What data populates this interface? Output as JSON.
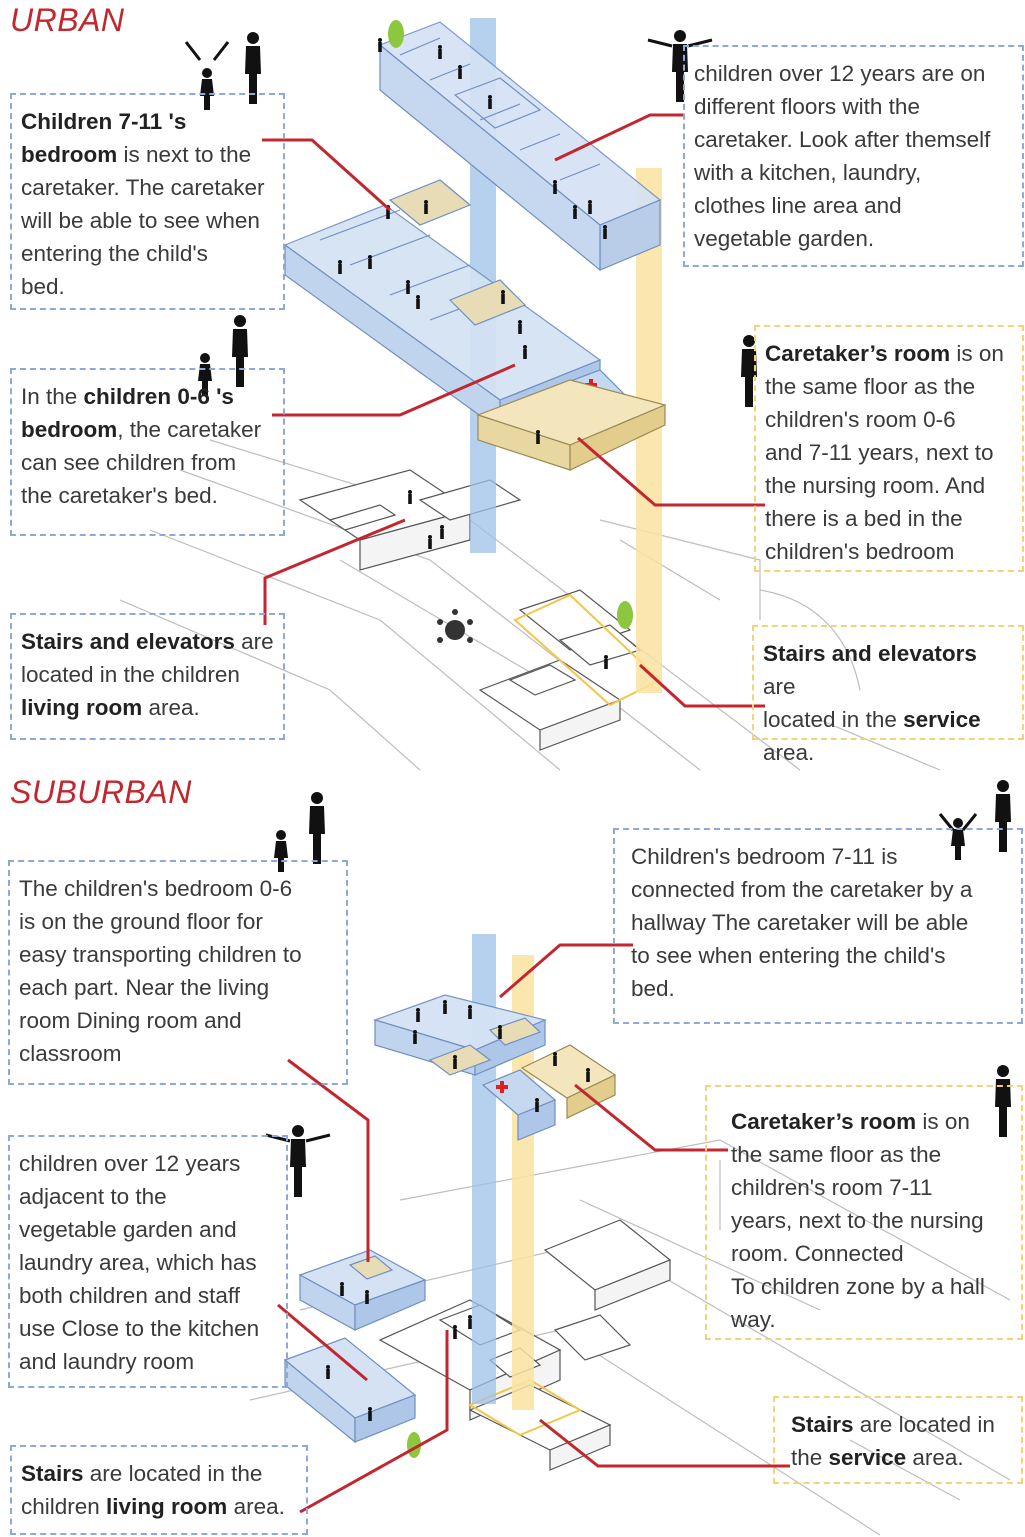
{
  "colors": {
    "accent_red": "#c2262e",
    "child_zone_blue": "#d4e2f4",
    "child_zone_stroke": "#8ea9d8",
    "caretaker_tan": "#eee0b4",
    "service_yellow": "#f9e7b0",
    "circulation_blue": "#9dc1e8",
    "circulation_yellow": "#fae3a0",
    "tree_green": "#8dc63f"
  },
  "icons": [
    "child-silhouette-icon",
    "adult-silhouette-icon",
    "tree-icon",
    "first-aid-cross-icon"
  ],
  "urban": {
    "title": "URBAN",
    "notes": {
      "children_7_11": {
        "bold_1": "Children 7-11 's",
        "bold_2": "bedroom",
        "rest_a": " is next to the",
        "rest_b": "caretaker. The caretaker",
        "rest_c": "will be able to see when",
        "rest_d": "entering the child's",
        "rest_e": "bed."
      },
      "children_0_6": {
        "plain_1": "In the ",
        "bold_1": "children 0-6 's",
        "bold_2": "bedroom",
        "rest_a": ", the caretaker",
        "rest_b": "can see children from",
        "rest_c": "the caretaker's bed."
      },
      "stairs_children": {
        "bold_1": "Stairs and elevators",
        "rest_a": " are",
        "rest_b": "located in the children",
        "bold_2": "living room",
        "rest_c": " area."
      },
      "over_12": {
        "line_1": "children over 12 years are on",
        "line_2": "different floors with the",
        "line_3": "caretaker. Look after themself",
        "line_4": "with a kitchen, laundry,",
        "line_5": "clothes line area and",
        "line_6": "vegetable garden."
      },
      "caretaker": {
        "bold_1": "Caretaker’s room",
        "rest_a": " is on",
        "line_2": "the same floor as the",
        "line_3": "children's room 0-6",
        "line_4": "and 7-11 years, next to",
        "line_5": "the nursing room. And",
        "line_6": "there is a bed in the",
        "line_7": "children's bedroom"
      },
      "stairs_service": {
        "bold_1": "Stairs and elevators",
        "rest_a": " are",
        "line_2a": "located in the ",
        "bold_2": "service",
        "line_3": "area."
      }
    }
  },
  "suburban": {
    "title": "SUBURBAN",
    "notes": {
      "children_0_6": {
        "line_1": "The children's bedroom 0-6",
        "line_2": "is on the ground floor for",
        "line_3": "easy transporting children to",
        "line_4": "each part. Near the living",
        "line_5": "room Dining room and",
        "line_6": "classroom"
      },
      "over_12": {
        "line_1": "children over 12 years",
        "line_2": "adjacent to the",
        "line_3": "vegetable garden and",
        "line_4": "laundry area, which has",
        "line_5": "both children and staff",
        "line_6": "use Close to the kitchen",
        "line_7": "and laundry room"
      },
      "stairs_children": {
        "bold_1": "Stairs",
        "rest_a": " are located in the",
        "line_2a": "children ",
        "bold_2": "living room",
        "rest_b": " area."
      },
      "children_7_11": {
        "line_1": "Children's bedroom 7-11 is",
        "line_2": "connected from the caretaker by a",
        "line_3": "hallway The caretaker will be able",
        "line_4": "to see when entering the child's",
        "line_5": "bed."
      },
      "caretaker": {
        "bold_1": "Caretaker’s room",
        "rest_a": " is on",
        "line_2": "the same floor as the",
        "line_3": "children's room 7-11",
        "line_4": "years, next to the nursing",
        "line_5": "room. Connected",
        "line_6": "To children zone by a hall",
        "line_7": "way."
      },
      "stairs_service": {
        "bold_1": "Stairs",
        "rest_a": " are located in",
        "line_2a": "the ",
        "bold_2": "service",
        "rest_b": " area."
      }
    }
  }
}
